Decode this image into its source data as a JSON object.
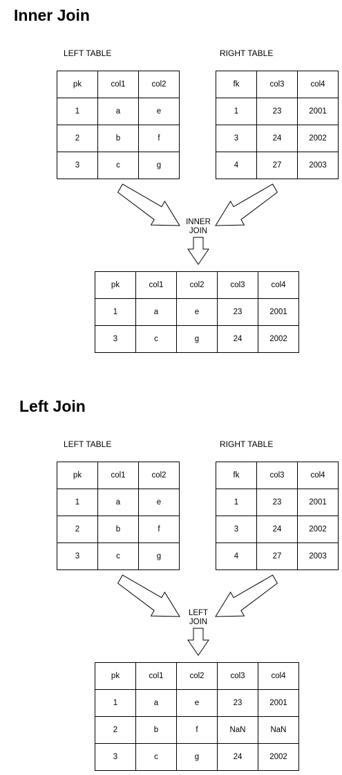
{
  "sections": [
    {
      "id": "inner",
      "title": "Inner Join",
      "operation": "INNER\nJOIN",
      "left": {
        "label": "LEFT TABLE",
        "rows": [
          [
            "pk",
            "col1",
            "col2"
          ],
          [
            "1",
            "a",
            "e"
          ],
          [
            "2",
            "b",
            "f"
          ],
          [
            "3",
            "c",
            "g"
          ]
        ]
      },
      "right": {
        "label": "RIGHT TABLE",
        "rows": [
          [
            "fk",
            "col3",
            "col4"
          ],
          [
            "1",
            "23",
            "2001"
          ],
          [
            "3",
            "24",
            "2002"
          ],
          [
            "4",
            "27",
            "2003"
          ]
        ]
      },
      "result": {
        "rows": [
          [
            "pk",
            "col1",
            "col2",
            "col3",
            "col4"
          ],
          [
            "1",
            "a",
            "e",
            "23",
            "2001"
          ],
          [
            "3",
            "c",
            "g",
            "24",
            "2002"
          ]
        ]
      }
    },
    {
      "id": "left",
      "title": "Left Join",
      "operation": "LEFT\nJOIN",
      "left": {
        "label": "LEFT TABLE",
        "rows": [
          [
            "pk",
            "col1",
            "col2"
          ],
          [
            "1",
            "a",
            "e"
          ],
          [
            "2",
            "b",
            "f"
          ],
          [
            "3",
            "c",
            "g"
          ]
        ]
      },
      "right": {
        "label": "RIGHT TABLE",
        "rows": [
          [
            "fk",
            "col3",
            "col4"
          ],
          [
            "1",
            "23",
            "2001"
          ],
          [
            "3",
            "24",
            "2002"
          ],
          [
            "4",
            "27",
            "2003"
          ]
        ]
      },
      "result": {
        "rows": [
          [
            "pk",
            "col1",
            "col2",
            "col3",
            "col4"
          ],
          [
            "1",
            "a",
            "e",
            "23",
            "2001"
          ],
          [
            "2",
            "b",
            "f",
            "NaN",
            "NaN"
          ],
          [
            "3",
            "c",
            "g",
            "24",
            "2002"
          ]
        ]
      }
    }
  ]
}
